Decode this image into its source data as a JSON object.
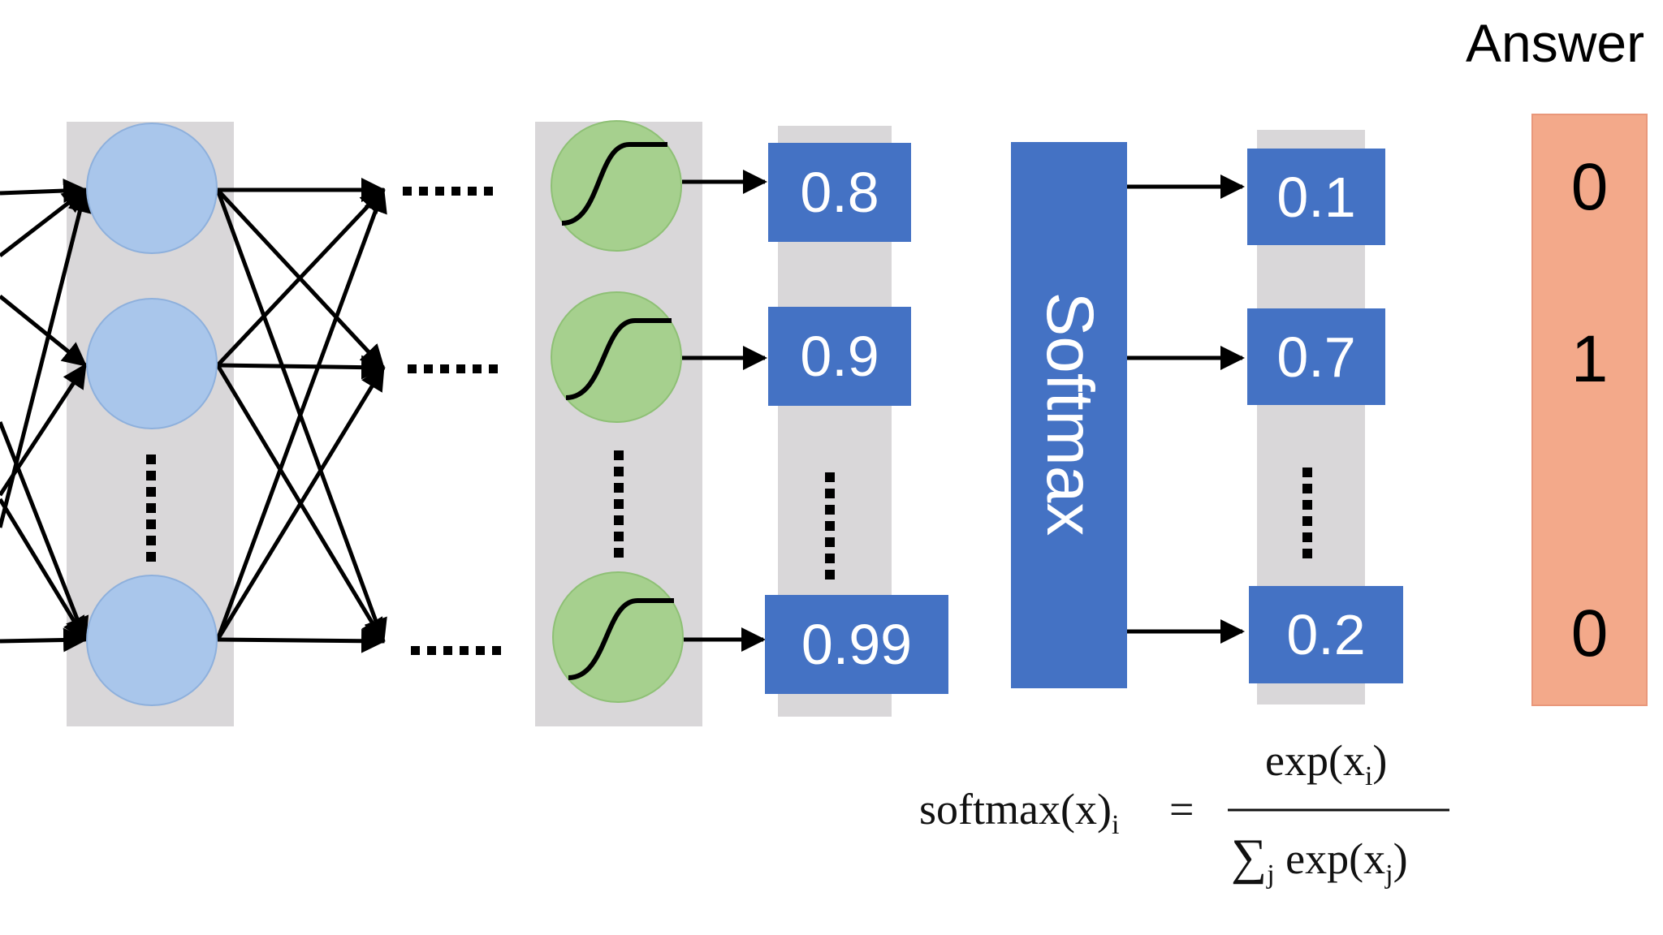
{
  "answer": {
    "title": "Answer",
    "values": [
      "0",
      "1",
      "0"
    ]
  },
  "sigmoid_outputs": [
    "0.8",
    "0.9",
    "0.99"
  ],
  "softmax": {
    "label": "Softmax",
    "outputs": [
      "0.1",
      "0.7",
      "0.2"
    ]
  },
  "formula": {
    "lhs": "softmax(x)",
    "lhs_sub": "i",
    "equals": "=",
    "numerator": "exp(x",
    "numerator_sub": "i",
    "numerator_close": ")",
    "denominator_sum": "∑",
    "denominator_sum_sub": "j",
    "denominator": " exp(x",
    "denominator_sub": "j",
    "denominator_close": ")"
  },
  "colors": {
    "hidden_node": "#a9c6eb",
    "sigmoid_node": "#a6d08e",
    "box_blue": "#4472c4",
    "answer_fill": "#f3a98a",
    "column_gray": "#d9d7d9"
  }
}
